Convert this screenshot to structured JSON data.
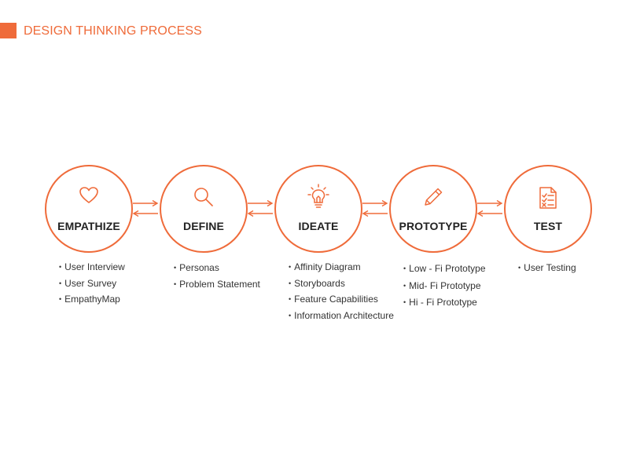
{
  "header": {
    "title": "DESIGN THINKING PROCESS",
    "accent_color": "#ef6b3a"
  },
  "stages": [
    {
      "label": "EMPATHIZE",
      "icon": "heart-icon",
      "items": [
        "User Interview",
        "User Survey",
        "EmpathyMap"
      ]
    },
    {
      "label": "DEFINE",
      "icon": "magnifier-icon",
      "items": [
        "Personas",
        "Problem Statement"
      ]
    },
    {
      "label": "IDEATE",
      "icon": "lightbulb-icon",
      "items": [
        "Affinity Diagram",
        "Storyboards",
        "Feature Capabilities",
        "Information Architecture"
      ]
    },
    {
      "label": "PROTOTYPE",
      "icon": "pencil-icon",
      "items": [
        "Low - Fi Prototype",
        "Mid- Fi Prototype",
        "Hi - Fi Prototype"
      ]
    },
    {
      "label": "TEST",
      "icon": "checklist-icon",
      "items": [
        "User Testing"
      ]
    }
  ]
}
